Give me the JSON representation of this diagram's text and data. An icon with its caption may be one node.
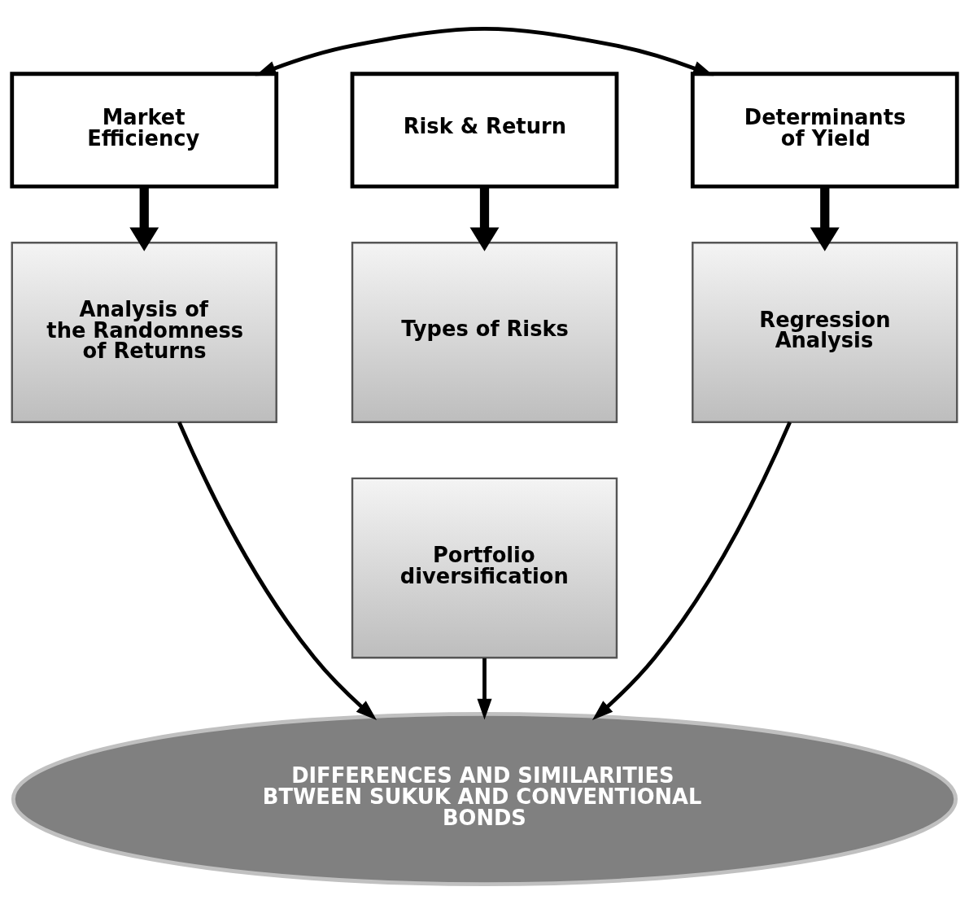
{
  "diagram": {
    "nodes": [
      {
        "text": [
          "Market Efficiency"
        ]
      },
      {
        "text": [
          "Risk & Return"
        ]
      },
      {
        "text": [
          "Determinants of Yield"
        ]
      },
      {
        "text": [
          "Analysis of the Randomness of Returns"
        ]
      },
      {
        "text": [
          "Types of Risks"
        ]
      },
      {
        "text": [
          "Portfolio diversification"
        ]
      },
      {
        "text": [
          "Regression Analysis"
        ]
      },
      {
        "text": [
          "DIFFERENCES AND SIMILARITIES BTWEEN SUKUK AND CONVENTIONAL BONDS"
        ]
      }
    ],
    "edges": [
      {
        "from": 0,
        "to": 2,
        "arrow": "both"
      },
      {
        "from": 0,
        "to": 3,
        "arrow": "to",
        "style": "thick"
      },
      {
        "from": 1,
        "to": 4,
        "arrow": "to",
        "style": "thick"
      },
      {
        "from": 2,
        "to": 6,
        "arrow": "to",
        "style": "thick"
      },
      {
        "from": 3,
        "to": 7,
        "arrow": "to"
      },
      {
        "from": 5,
        "to": 7,
        "arrow": "to"
      },
      {
        "from": 6,
        "to": 7,
        "arrow": "to"
      }
    ]
  }
}
